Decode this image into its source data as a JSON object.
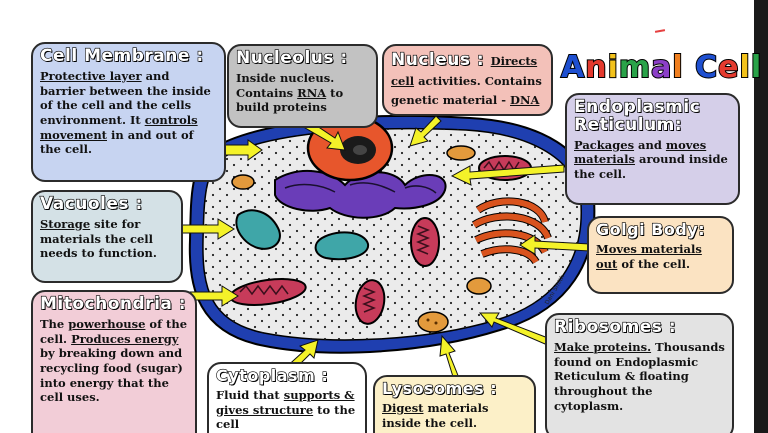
{
  "title": {
    "letters": [
      "A",
      "n",
      "i",
      "m",
      "a",
      "l",
      " ",
      "C",
      "e",
      "l",
      "l"
    ]
  },
  "labels": {
    "cell_membrane": {
      "title": "Cell Membrane :",
      "p1": "Protective layer",
      "p2": " and barrier between the inside of the cell  and the cells environment. It ",
      "p3": "controls movement",
      "p4": " in and out of the cell."
    },
    "nucleolus": {
      "title": "Nucleolus :",
      "p1": "Inside nucleus. Contains ",
      "p2": "RNA",
      "p3": " to build proteins"
    },
    "nucleus": {
      "title": "Nucleus : ",
      "p1": "Directs cell",
      "p2": " activities. Contains genetic material - ",
      "p3": "DNA"
    },
    "endoplasmic_reticulum": {
      "title": "Endoplasmic Reticulum:",
      "p1": "Packages",
      "p2": " and ",
      "p3": "moves materials",
      "p4": " around inside the cell."
    },
    "vacuoles": {
      "title": "Vacuoles :",
      "p1": "Storage",
      "p2": " site for materials the cell needs to function."
    },
    "golgi_body": {
      "title": "Golgi Body:",
      "p1": "Moves materials out",
      "p2": " of the cell."
    },
    "mitochondria": {
      "title": "Mitochondria :",
      "p1": "The ",
      "p2": "powerhouse",
      "p3": " of the cell. ",
      "p4": "Produces energy",
      "p5": " by  breaking down and recycling food (sugar)  into energy that the cell uses."
    },
    "cytoplasm": {
      "title": "Cytoplasm :",
      "p1": "Fluid that  ",
      "p2": "supports & gives structure",
      "p3": " to the cell"
    },
    "lysosomes": {
      "title": "Lysosomes :",
      "p1": "Digest",
      "p2": " materials inside the cell."
    },
    "ribosomes": {
      "title": "Ribosomes :",
      "p1": "Make proteins.",
      "p2": " Thousands found on Endoplasmic Reticulum & floating throughout the cytoplasm."
    }
  },
  "colors": {
    "membrane": "#1f3fb0",
    "cytoplasm_fill": "#ebebeb",
    "nucleus": "#e7562c",
    "nucleolus": "#1a1a1a",
    "er": "#6a3db8",
    "golgi": "#d9531e",
    "mitochondria": "#c73b5a",
    "vacuole": "#3fa6a8",
    "lysosome": "#e39a3c",
    "arrow": "#f4f229"
  }
}
